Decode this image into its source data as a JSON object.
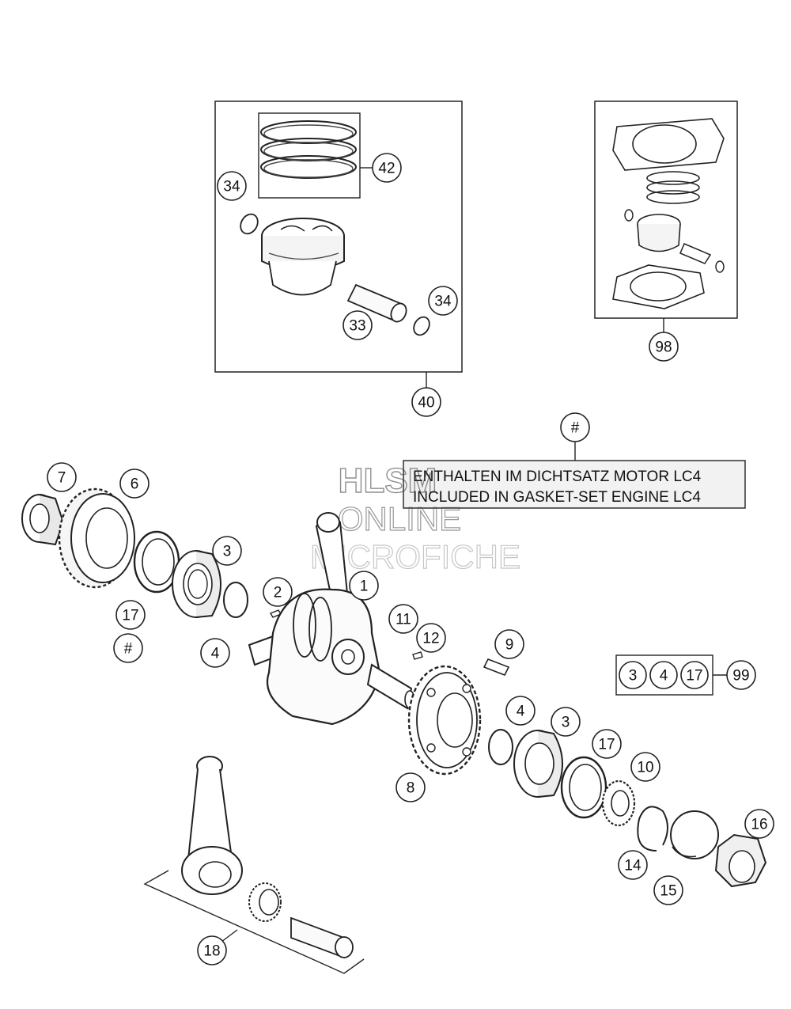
{
  "watermark": {
    "line1": "HLSM",
    "line2": "ONLINE",
    "line3": "MICROFICHE"
  },
  "note": {
    "symbol": "#",
    "line1": "ENTHALTEN IM DICHTSATZ MOTOR LC4",
    "line2": "INCLUDED IN GASKET-SET ENGINE LC4"
  },
  "kit_99": {
    "items": [
      "3",
      "4",
      "17"
    ],
    "label": "99"
  },
  "callouts": {
    "c1": "1",
    "c2": "2",
    "c3a": "3",
    "c3b": "3",
    "c4a": "4",
    "c4b": "4",
    "c6": "6",
    "c7": "7",
    "c8": "8",
    "c9": "9",
    "c10": "10",
    "c11": "11",
    "c12": "12",
    "c14": "14",
    "c15": "15",
    "c16": "16",
    "c17a": "17",
    "c17b": "17",
    "c18": "18",
    "c33": "33",
    "c34a": "34",
    "c34b": "34",
    "c40": "40",
    "c42": "42",
    "c98": "98",
    "hash1": "#"
  }
}
